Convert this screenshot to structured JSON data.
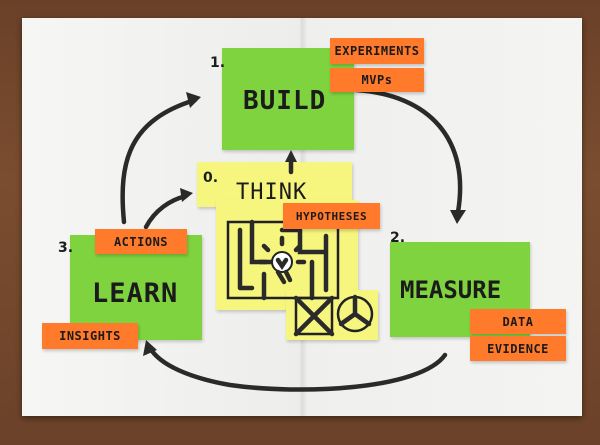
{
  "diagram": {
    "build": {
      "number": "1.",
      "label": "BUILD",
      "tags": [
        "EXPERIMENTS",
        "MVPs"
      ]
    },
    "measure": {
      "number": "2.",
      "label": "MEASURE",
      "tags": [
        "DATA",
        "EVIDENCE"
      ]
    },
    "learn": {
      "number": "3.",
      "label": "LEARN",
      "tags": [
        "ACTIONS",
        "INSIGHTS"
      ]
    },
    "think": {
      "number": "0.",
      "label": "THINK",
      "tags": [
        "HYPOTHESES"
      ]
    }
  },
  "colors": {
    "sticky_green": "#7fd33f",
    "sticky_yellow": "#f6f57e",
    "sticky_orange": "#ff7a2a",
    "wood": "#6a4128",
    "paper": "#f4f4f2"
  },
  "icons": [
    "lightbulb-icon",
    "envelope-icon",
    "circle-divided-icon",
    "maze-icon"
  ]
}
